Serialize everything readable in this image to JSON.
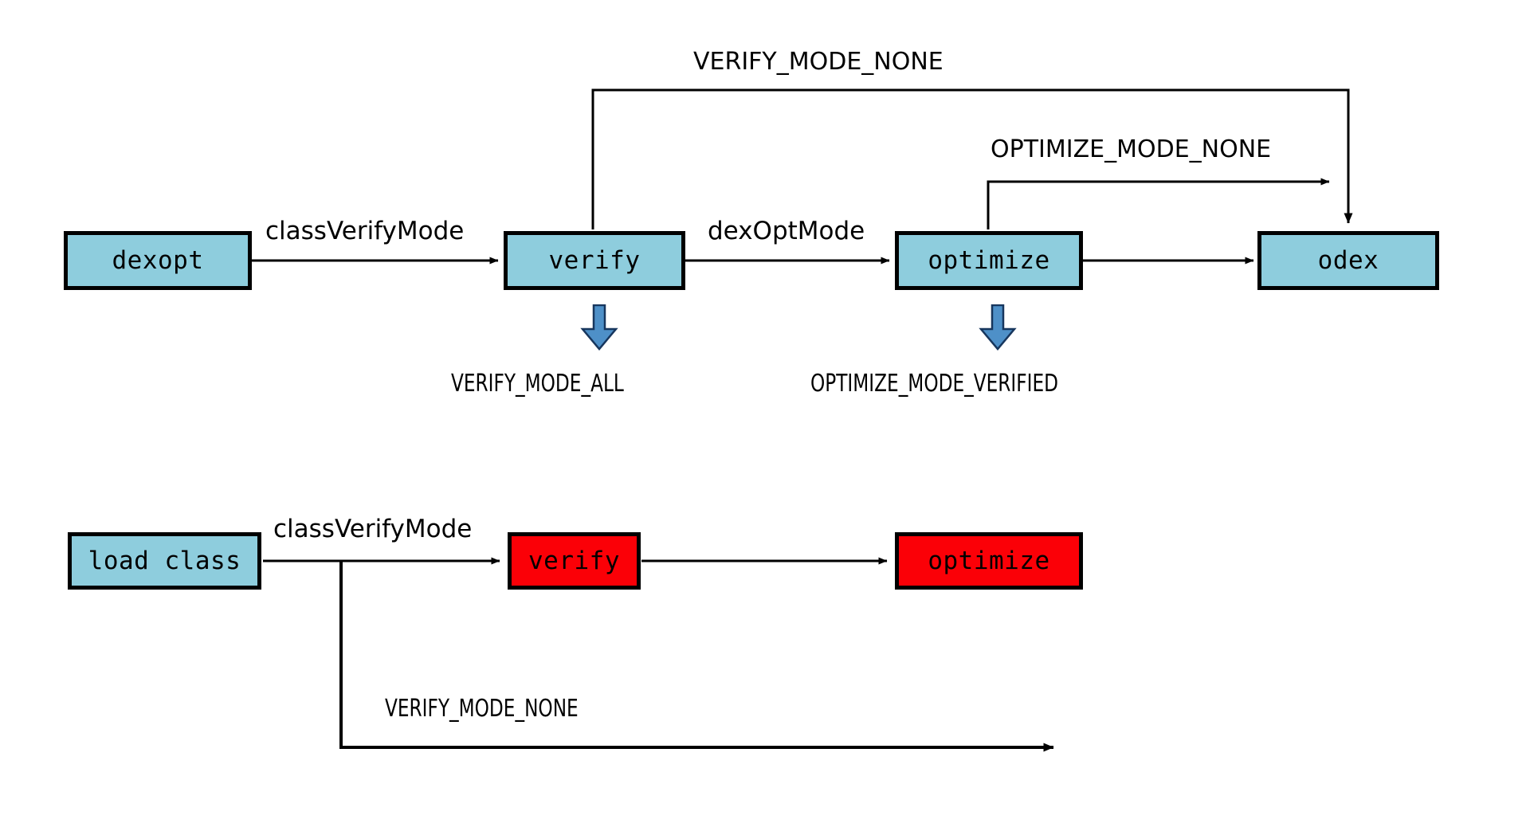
{
  "diagram": {
    "title": "dexopt and class-load verification mode flow",
    "background_color": "#ffffff",
    "colors": {
      "node_blue": "#8ecddd",
      "node_red": "#fb0007",
      "node_border": "#000000",
      "edge": "#000000",
      "block_arrow_fill": "#4e90c8",
      "block_arrow_stroke": "#17365d"
    }
  },
  "top_flow": {
    "nodes": [
      {
        "id": "dexopt",
        "label": "dexopt",
        "color": "blue"
      },
      {
        "id": "verify",
        "label": "verify",
        "color": "blue"
      },
      {
        "id": "optimize",
        "label": "optimize",
        "color": "blue"
      },
      {
        "id": "odex",
        "label": "odex",
        "color": "blue"
      }
    ],
    "edge_labels": [
      {
        "id": "class-verify-mode",
        "text": "classVerifyMode"
      },
      {
        "id": "dex-opt-mode",
        "text": "dexOptMode"
      }
    ],
    "bypass_labels": [
      {
        "id": "verify-mode-none-top",
        "text": "VERIFY_MODE_NONE"
      },
      {
        "id": "optimize-mode-none-top",
        "text": "OPTIMIZE_MODE_NONE"
      }
    ],
    "mode_callouts": [
      {
        "id": "verify-mode-all",
        "text": "VERIFY_MODE_ALL"
      },
      {
        "id": "optimize-mode-verified",
        "text": "OPTIMIZE_MODE_VERIFIED"
      }
    ]
  },
  "bottom_flow": {
    "nodes": [
      {
        "id": "load-class",
        "label": "load class",
        "color": "blue"
      },
      {
        "id": "verify-runtime",
        "label": "verify",
        "color": "red"
      },
      {
        "id": "optimize-runtime",
        "label": "optimize",
        "color": "red"
      }
    ],
    "edge_labels": [
      {
        "id": "class-verify-mode-bottom",
        "text": "classVerifyMode"
      }
    ],
    "bypass_labels": [
      {
        "id": "verify-mode-none-bottom",
        "text": "VERIFY_MODE_NONE"
      }
    ]
  }
}
